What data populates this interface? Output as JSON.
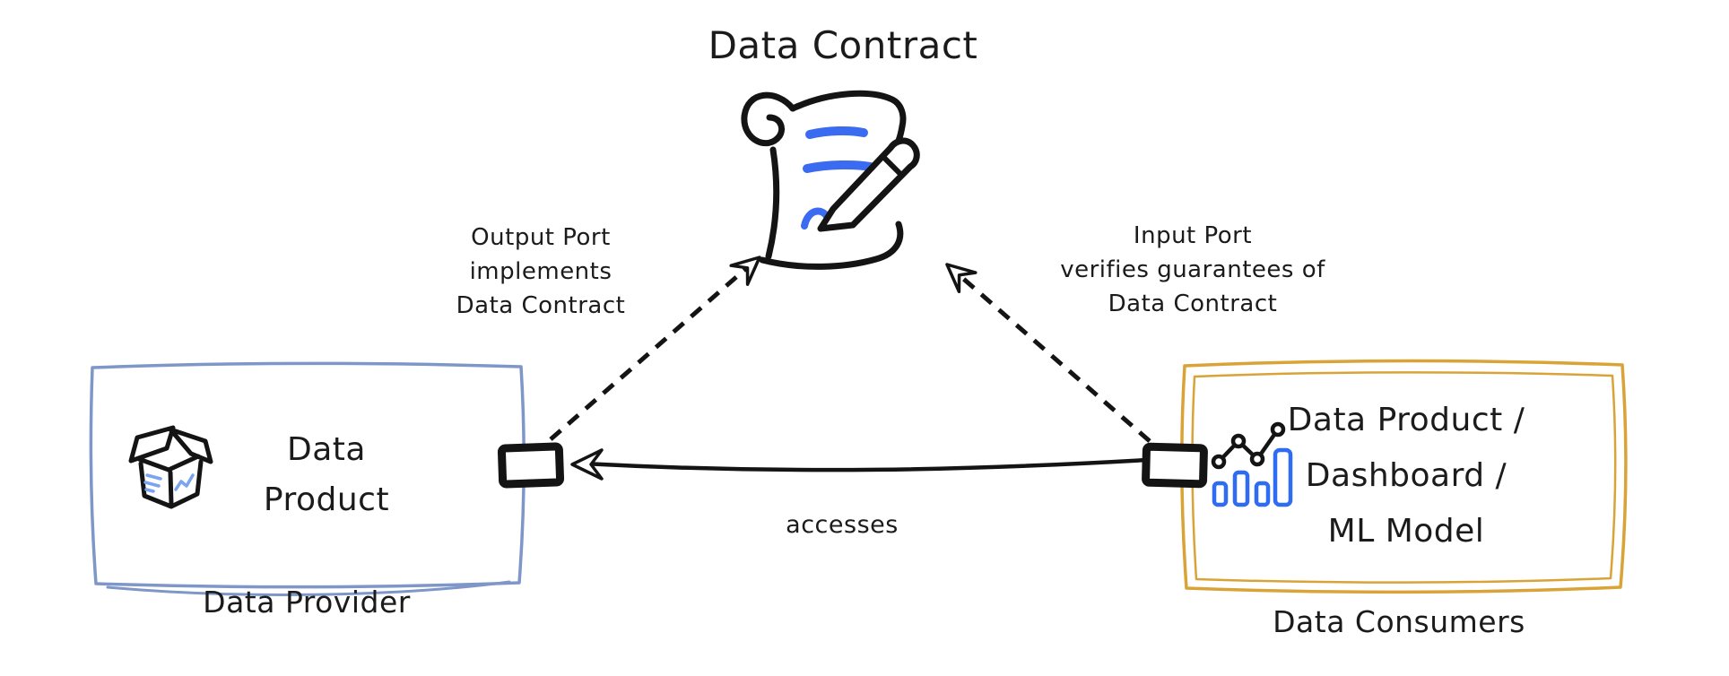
{
  "title": "Data Contract",
  "provider": {
    "label_lines": [
      "Data",
      "Product"
    ],
    "caption": "Data Provider",
    "icon": "package-icon",
    "border_color": "#7e96c8"
  },
  "consumers": {
    "label_lines": [
      "Data Product /",
      "Dashboard /",
      "ML Model"
    ],
    "caption": "Data Consumers",
    "icon": "bar-line-chart-icon",
    "border_color": "#d9a337"
  },
  "contract": {
    "icon": "scroll-and-pencil-icon"
  },
  "edges": {
    "output_port_label_lines": [
      "Output Port",
      "implements",
      "Data Contract"
    ],
    "input_port_label_lines": [
      "Input Port",
      "verifies guarantees of",
      "Data Contract"
    ],
    "accesses_label": "accesses"
  },
  "colors": {
    "ink": "#141414",
    "provider_border": "#7e96c8",
    "consumers_border": "#d9a337",
    "contract_blue": "#3a6bf0",
    "package_detail_blue": "#7aa3f0",
    "chart_bar_blue": "#2f6cf4"
  }
}
